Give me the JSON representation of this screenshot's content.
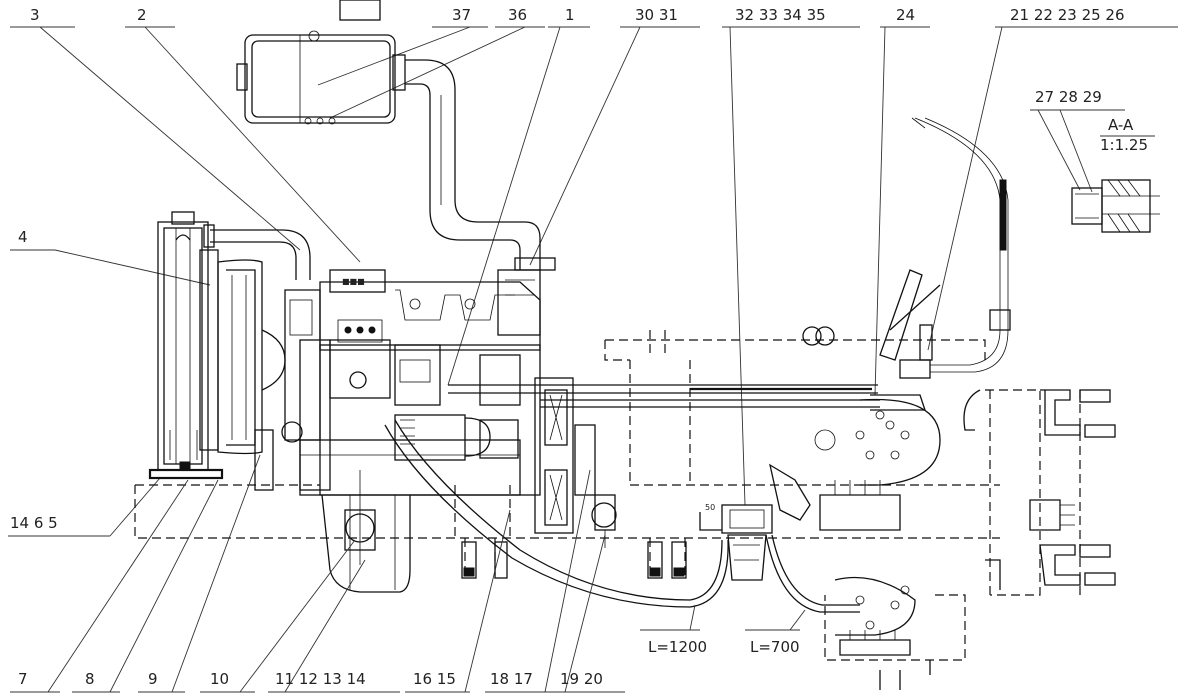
{
  "callouts_top": [
    {
      "text": "3"
    },
    {
      "text": "2"
    },
    {
      "text": "37"
    },
    {
      "text": "36"
    },
    {
      "text": "1"
    },
    {
      "text": "30 31"
    },
    {
      "text": "32 33 34 35"
    },
    {
      "text": "24"
    },
    {
      "text": "21 22 23 25 26"
    }
  ],
  "callouts_side": [
    {
      "text": "4"
    },
    {
      "text": "14 6 5"
    },
    {
      "text": "27 28 29"
    }
  ],
  "callouts_bottom": [
    {
      "text": "7"
    },
    {
      "text": "8"
    },
    {
      "text": "9"
    },
    {
      "text": "10"
    },
    {
      "text": "11 12 13 14"
    },
    {
      "text": "16 15"
    },
    {
      "text": "18 17"
    },
    {
      "text": "19 20"
    }
  ],
  "section": {
    "title": "A-A",
    "scale": "1:1.25"
  },
  "dimensions": {
    "hose_left": "L=1200",
    "hose_right": "L=700",
    "small": "50"
  }
}
